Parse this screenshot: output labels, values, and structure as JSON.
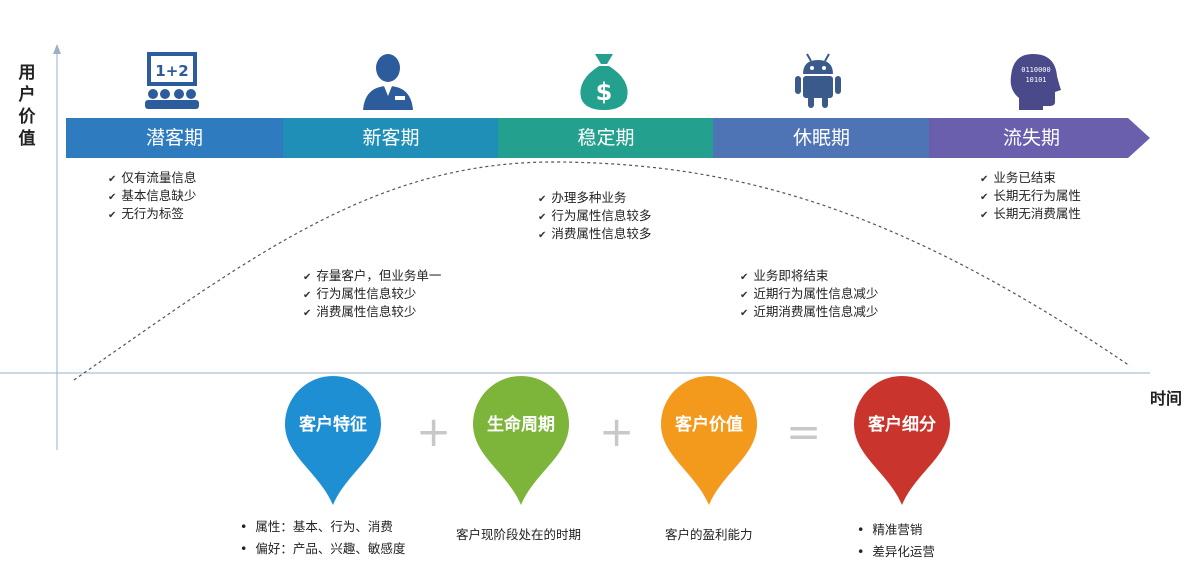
{
  "axis": {
    "y_label": "用户价值",
    "x_label": "时间"
  },
  "stages": [
    {
      "label": "潜客期",
      "color": "#2f7bbf",
      "icon": "classroom-icon"
    },
    {
      "label": "新客期",
      "color": "#1f8fb8",
      "icon": "customer-service-icon"
    },
    {
      "label": "稳定期",
      "color": "#24a08f",
      "icon": "money-bag-icon"
    },
    {
      "label": "休眠期",
      "color": "#4e74b5",
      "icon": "android-icon"
    },
    {
      "label": "流失期",
      "color": "#6a5fac",
      "icon": "brain-data-icon"
    }
  ],
  "notes": {
    "potential": [
      "仅有流量信息",
      "基本信息缺少",
      "无行为标签"
    ],
    "new": [
      "存量客户，但业务单一",
      "行为属性信息较少",
      "消费属性信息较少"
    ],
    "stable": [
      "办理多种业务",
      "行为属性信息较多",
      "消费属性信息较多"
    ],
    "dormant": [
      "业务即将结束",
      "近期行为属性信息减少",
      "近期消费属性信息减少"
    ],
    "churn": [
      "业务已结束",
      "长期无行为属性",
      "长期无消费属性"
    ]
  },
  "formula": {
    "features": {
      "label": "客户特征",
      "color": "#1f8fd4"
    },
    "lifecycle": {
      "label": "生命周期",
      "color": "#7db53a"
    },
    "value": {
      "label": "客户价值",
      "color": "#f39a1d"
    },
    "segmentation": {
      "label": "客户细分",
      "color": "#c9352c"
    },
    "plus": "+",
    "equals": "="
  },
  "descriptions": {
    "features": [
      "属性：基本、行为、消费",
      "偏好：产品、兴趣、敏感度"
    ],
    "lifecycle": "客户现阶段处在的时期",
    "value": "客户的盈利能力",
    "segmentation": [
      "精准营销",
      "差异化运营"
    ]
  },
  "icon_text": {
    "board": "1+2",
    "dollar": "$",
    "binary_1": "0110000",
    "binary_2": "10101"
  }
}
